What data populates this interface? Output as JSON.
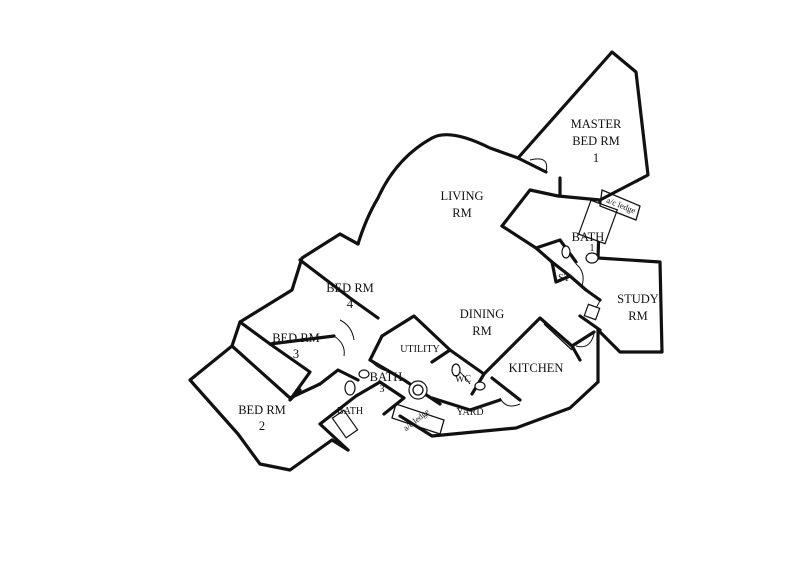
{
  "rooms": {
    "master_bed": [
      "MASTER",
      "BED RM",
      "1"
    ],
    "living": [
      "LIVING",
      "RM"
    ],
    "bath1": [
      "BATH",
      "1"
    ],
    "st": "ST",
    "study": [
      "STUDY",
      "RM"
    ],
    "bed4": [
      "BED RM",
      "4"
    ],
    "bed3": [
      "BED RM",
      "3"
    ],
    "dining": [
      "DINING",
      "RM"
    ],
    "utility": "UTILITY",
    "bath3": [
      "BATH",
      "3"
    ],
    "wc": "WC",
    "kitchen": "KITCHEN",
    "bed2": [
      "BED RM",
      "2"
    ],
    "bath2": "BATH",
    "yard": "YARD",
    "ac_ledge_top": "a/c ledge",
    "ac_ledge_bottom": "a/c ledge"
  }
}
